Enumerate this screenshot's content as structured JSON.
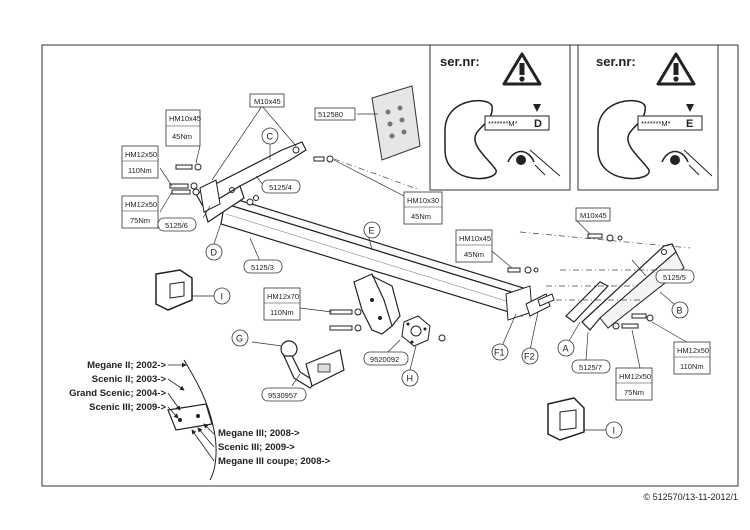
{
  "serial_panels": [
    {
      "heading": "ser.nr:",
      "code": "*******M*",
      "letter": "D"
    },
    {
      "heading": "ser.nr:",
      "code": "*******M*",
      "letter": "E"
    }
  ],
  "specs": {
    "m10x45_top": "M10x45",
    "hm10x45_left": [
      "HM10x45",
      "45Nm"
    ],
    "hm12x50_a": [
      "HM12x50",
      "110Nm"
    ],
    "hm12x50_b": [
      "HM12x50",
      "75Nm"
    ],
    "hm10x30": [
      "HM10x30",
      "45Nm"
    ],
    "m10x45_right": "M10x45",
    "hm10x45_mid": [
      "HM10x45",
      "45Nm"
    ],
    "hm12x70": [
      "HM12x70",
      "110Nm"
    ],
    "hm12x50_bottom": [
      "HM12x50",
      "75Nm"
    ],
    "hm12x50_right": [
      "HM12x50",
      "110Nm"
    ]
  },
  "part_numbers": {
    "kit": "512580",
    "p5125_4": "5125/4",
    "p5125_6": "5125/6",
    "p5125_3": "5125/3",
    "p5125_5": "5125/5",
    "p5125_7": "5125/7",
    "p9520092": "9520092",
    "p9530957": "9530957"
  },
  "callouts": {
    "C": "C",
    "D": "D",
    "E": "E",
    "I_top": "I",
    "G": "G",
    "H": "H",
    "F1": "F1",
    "F2": "F2",
    "A": "A",
    "B": "B",
    "I_bottom": "I"
  },
  "models_left": [
    "Megane II; 2002->",
    "Scenic II; 2003->",
    "Grand  Scenic; 2004->",
    "Scenic III; 2009->"
  ],
  "models_right": [
    "Megane III; 2008->",
    "Scenic III; 2009->",
    "Megane III coupe; 2008->"
  ],
  "footer": "© 512570/13-11-2012/1"
}
